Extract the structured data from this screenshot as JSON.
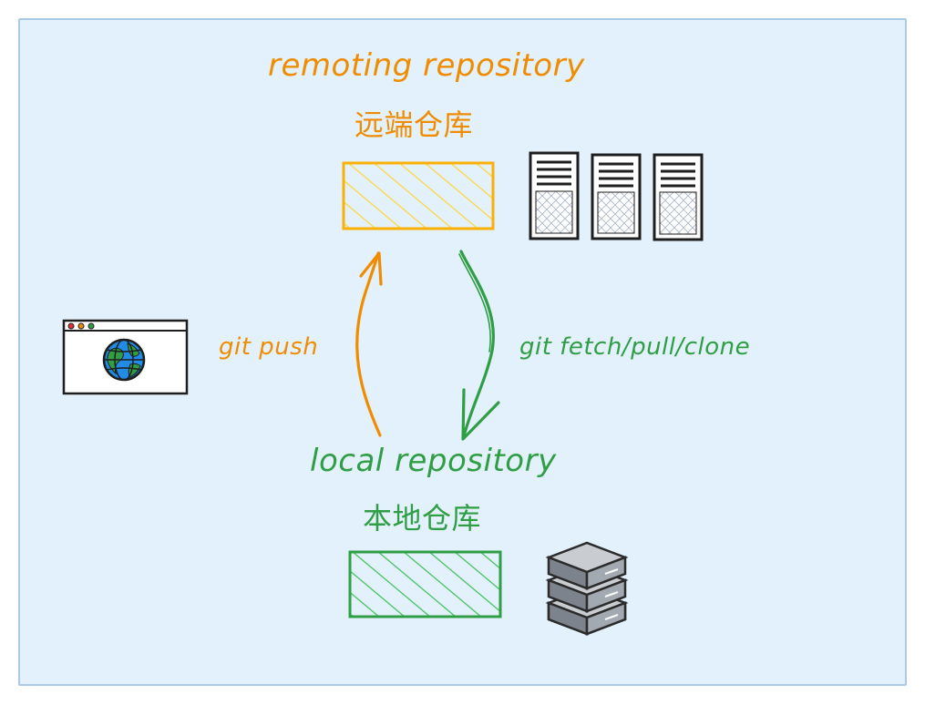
{
  "remote": {
    "title_en": "remoting repository",
    "title_zh": "远端仓库"
  },
  "local": {
    "title_en": "local repository",
    "title_zh": "本地仓库"
  },
  "commands": {
    "push": "git push",
    "fetch": "git fetch/pull/clone"
  },
  "colors": {
    "remote": "#f08c00",
    "remote_fill": "#ffd43b",
    "local": "#2f9e44",
    "background": "#e3f1fd",
    "border": "#a9cbe8"
  },
  "icons": {
    "remote_servers": "server-rack-icon",
    "local_server": "server-stack-icon",
    "browser": "browser-globe-icon"
  }
}
